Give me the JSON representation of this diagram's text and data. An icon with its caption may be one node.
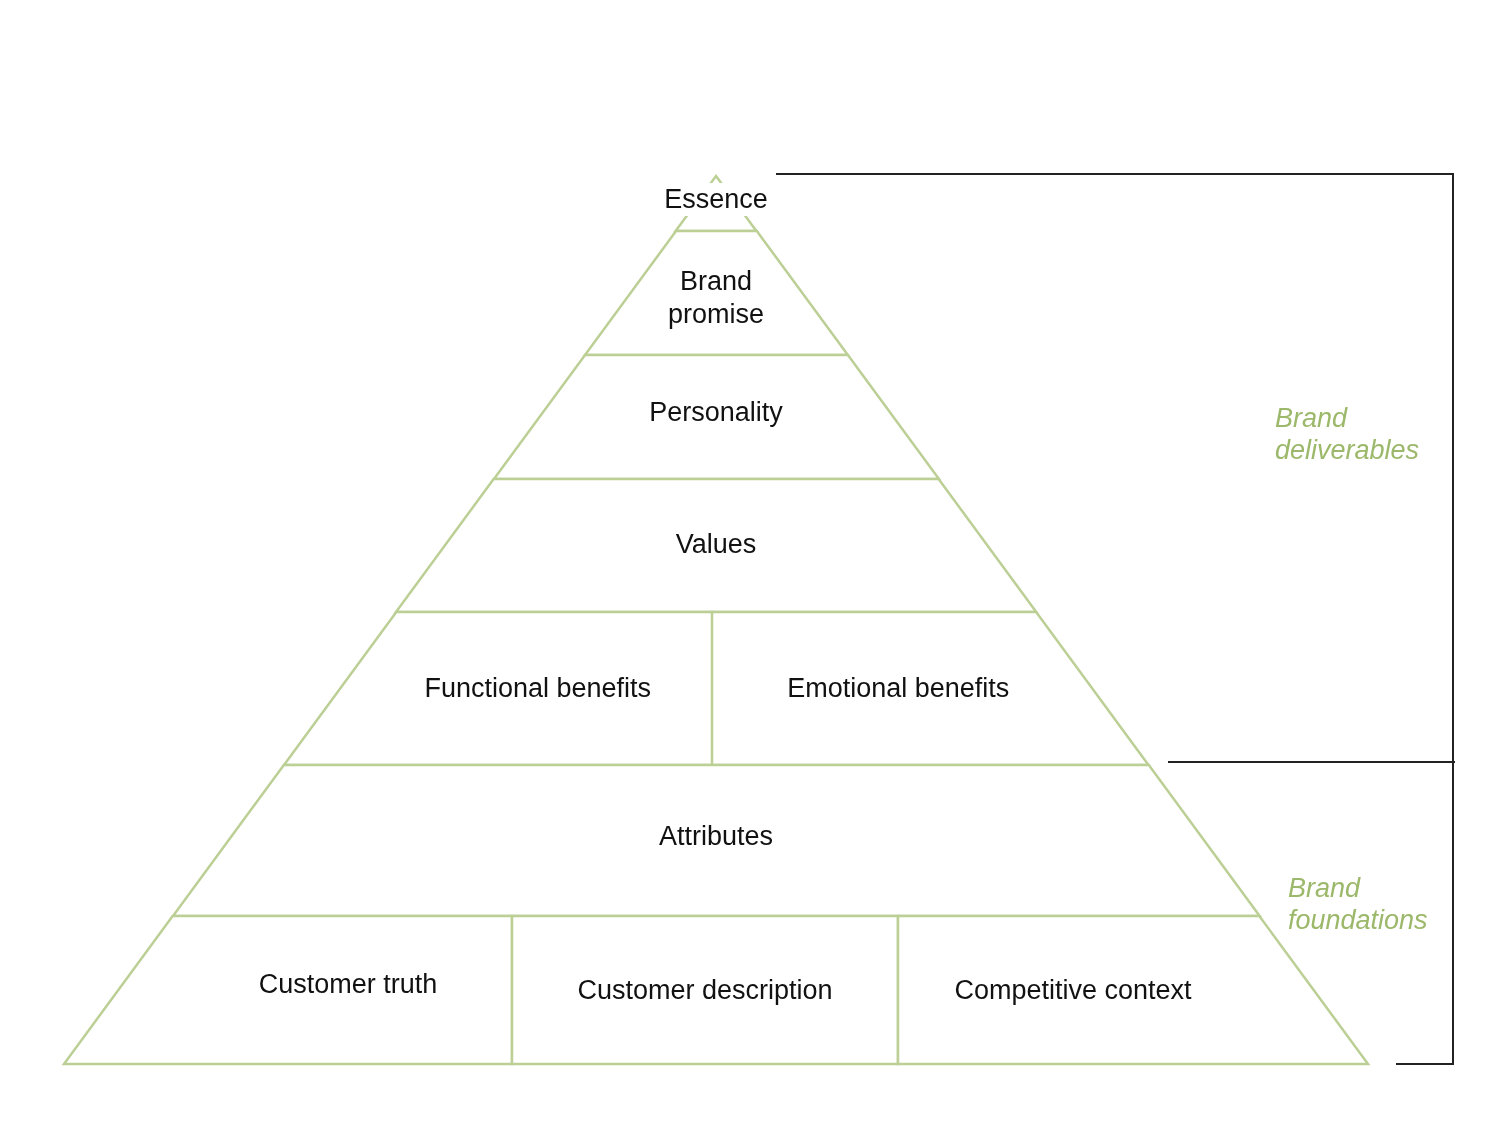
{
  "diagram": {
    "nodes": [
      {
        "text": [
          "Essence"
        ]
      },
      {
        "text": [
          "Brand promise"
        ]
      },
      {
        "text": [
          "Personality"
        ]
      },
      {
        "text": [
          "Values"
        ]
      },
      {
        "text": [
          "Functional benefits"
        ]
      },
      {
        "text": [
          "Emotional benefits"
        ]
      },
      {
        "text": [
          "Attributes"
        ]
      },
      {
        "text": [
          "Customer truth"
        ]
      },
      {
        "text": [
          "Customer description"
        ]
      },
      {
        "text": [
          "Competitive context"
        ]
      }
    ],
    "labels": [
      "Brand deliverables",
      "Brand foundations"
    ]
  }
}
